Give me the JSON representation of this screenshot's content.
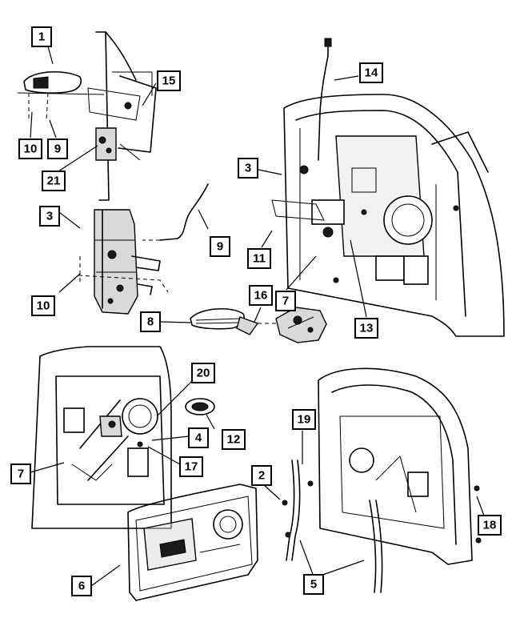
{
  "callouts": [
    {
      "id": "c1",
      "label": "1"
    },
    {
      "id": "c15",
      "label": "15"
    },
    {
      "id": "c10a",
      "label": "10"
    },
    {
      "id": "c9a",
      "label": "9"
    },
    {
      "id": "c21",
      "label": "21"
    },
    {
      "id": "c3a",
      "label": "3"
    },
    {
      "id": "c9b",
      "label": "9"
    },
    {
      "id": "c10b",
      "label": "10"
    },
    {
      "id": "c14",
      "label": "14"
    },
    {
      "id": "c3b",
      "label": "3"
    },
    {
      "id": "c11",
      "label": "11"
    },
    {
      "id": "c16",
      "label": "16"
    },
    {
      "id": "c7a",
      "label": "7"
    },
    {
      "id": "c8",
      "label": "8"
    },
    {
      "id": "c13",
      "label": "13"
    },
    {
      "id": "c20",
      "label": "20"
    },
    {
      "id": "c4",
      "label": "4"
    },
    {
      "id": "c12",
      "label": "12"
    },
    {
      "id": "c7b",
      "label": "7"
    },
    {
      "id": "c17",
      "label": "17"
    },
    {
      "id": "c6",
      "label": "6"
    },
    {
      "id": "c19",
      "label": "19"
    },
    {
      "id": "c2",
      "label": "2"
    },
    {
      "id": "c18",
      "label": "18"
    },
    {
      "id": "c5",
      "label": "5"
    }
  ]
}
